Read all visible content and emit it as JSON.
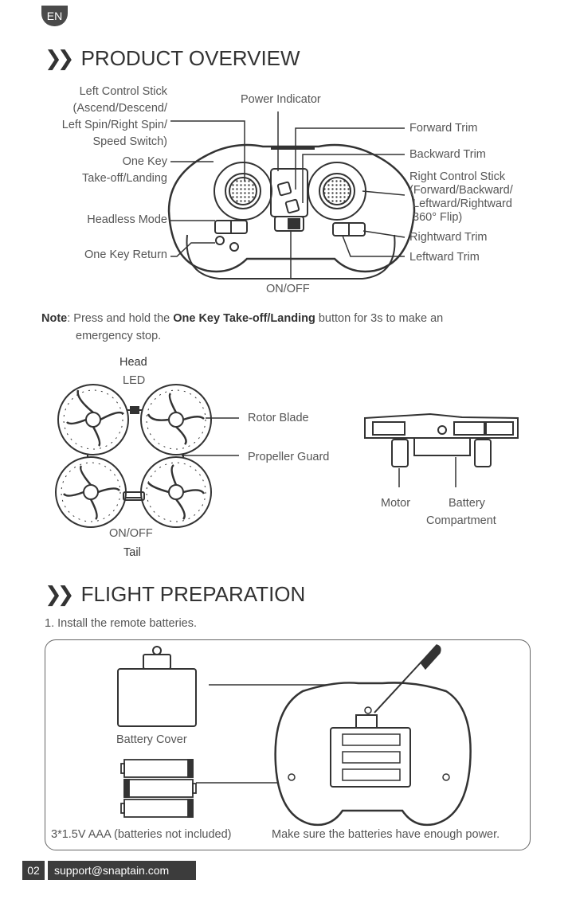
{
  "lang_badge": "EN",
  "overview": {
    "title": "PRODUCT OVERVIEW",
    "labels": {
      "left_stick_1": "Left Control Stick",
      "left_stick_2": "(Ascend/Descend/",
      "left_stick_3": "Left Spin/Right Spin/",
      "left_stick_4": "Speed Switch)",
      "one_key_1": "One Key",
      "one_key_2": "Take-off/Landing",
      "headless": "Headless Mode",
      "return": "One Key Return",
      "power": "Power Indicator",
      "onoff": "ON/OFF",
      "forward_trim": "Forward Trim",
      "backward_trim": "Backward Trim",
      "right_stick_1": "Right Control Stick",
      "right_stick_2": "(Forward/Backward/",
      "right_stick_3": "Leftward/Rightward",
      "right_stick_4": "360° Flip)",
      "rightward_trim": "Rightward Trim",
      "leftward_trim": "Leftward Trim"
    },
    "note_label": "Note",
    "note_pre": ": Press and hold the ",
    "note_bold": "One Key Take-off/Landing",
    "note_post": " button for 3s to make an",
    "note_line2": "emergency stop."
  },
  "drone": {
    "head": "Head",
    "led": "LED",
    "rotor": "Rotor Blade",
    "guard": "Propeller Guard",
    "onoff": "ON/OFF",
    "tail": "Tail",
    "motor": "Motor",
    "battery_1": "Battery",
    "battery_2": "Compartment"
  },
  "prep": {
    "title": "FLIGHT PREPARATION",
    "step1": "1. Install the remote batteries.",
    "battery_cover": "Battery Cover",
    "batteries": "3*1.5V AAA (batteries not included)",
    "enough_power": "Make sure the batteries have enough power."
  },
  "footer": {
    "page": "02",
    "email": "support@snaptain.com"
  }
}
